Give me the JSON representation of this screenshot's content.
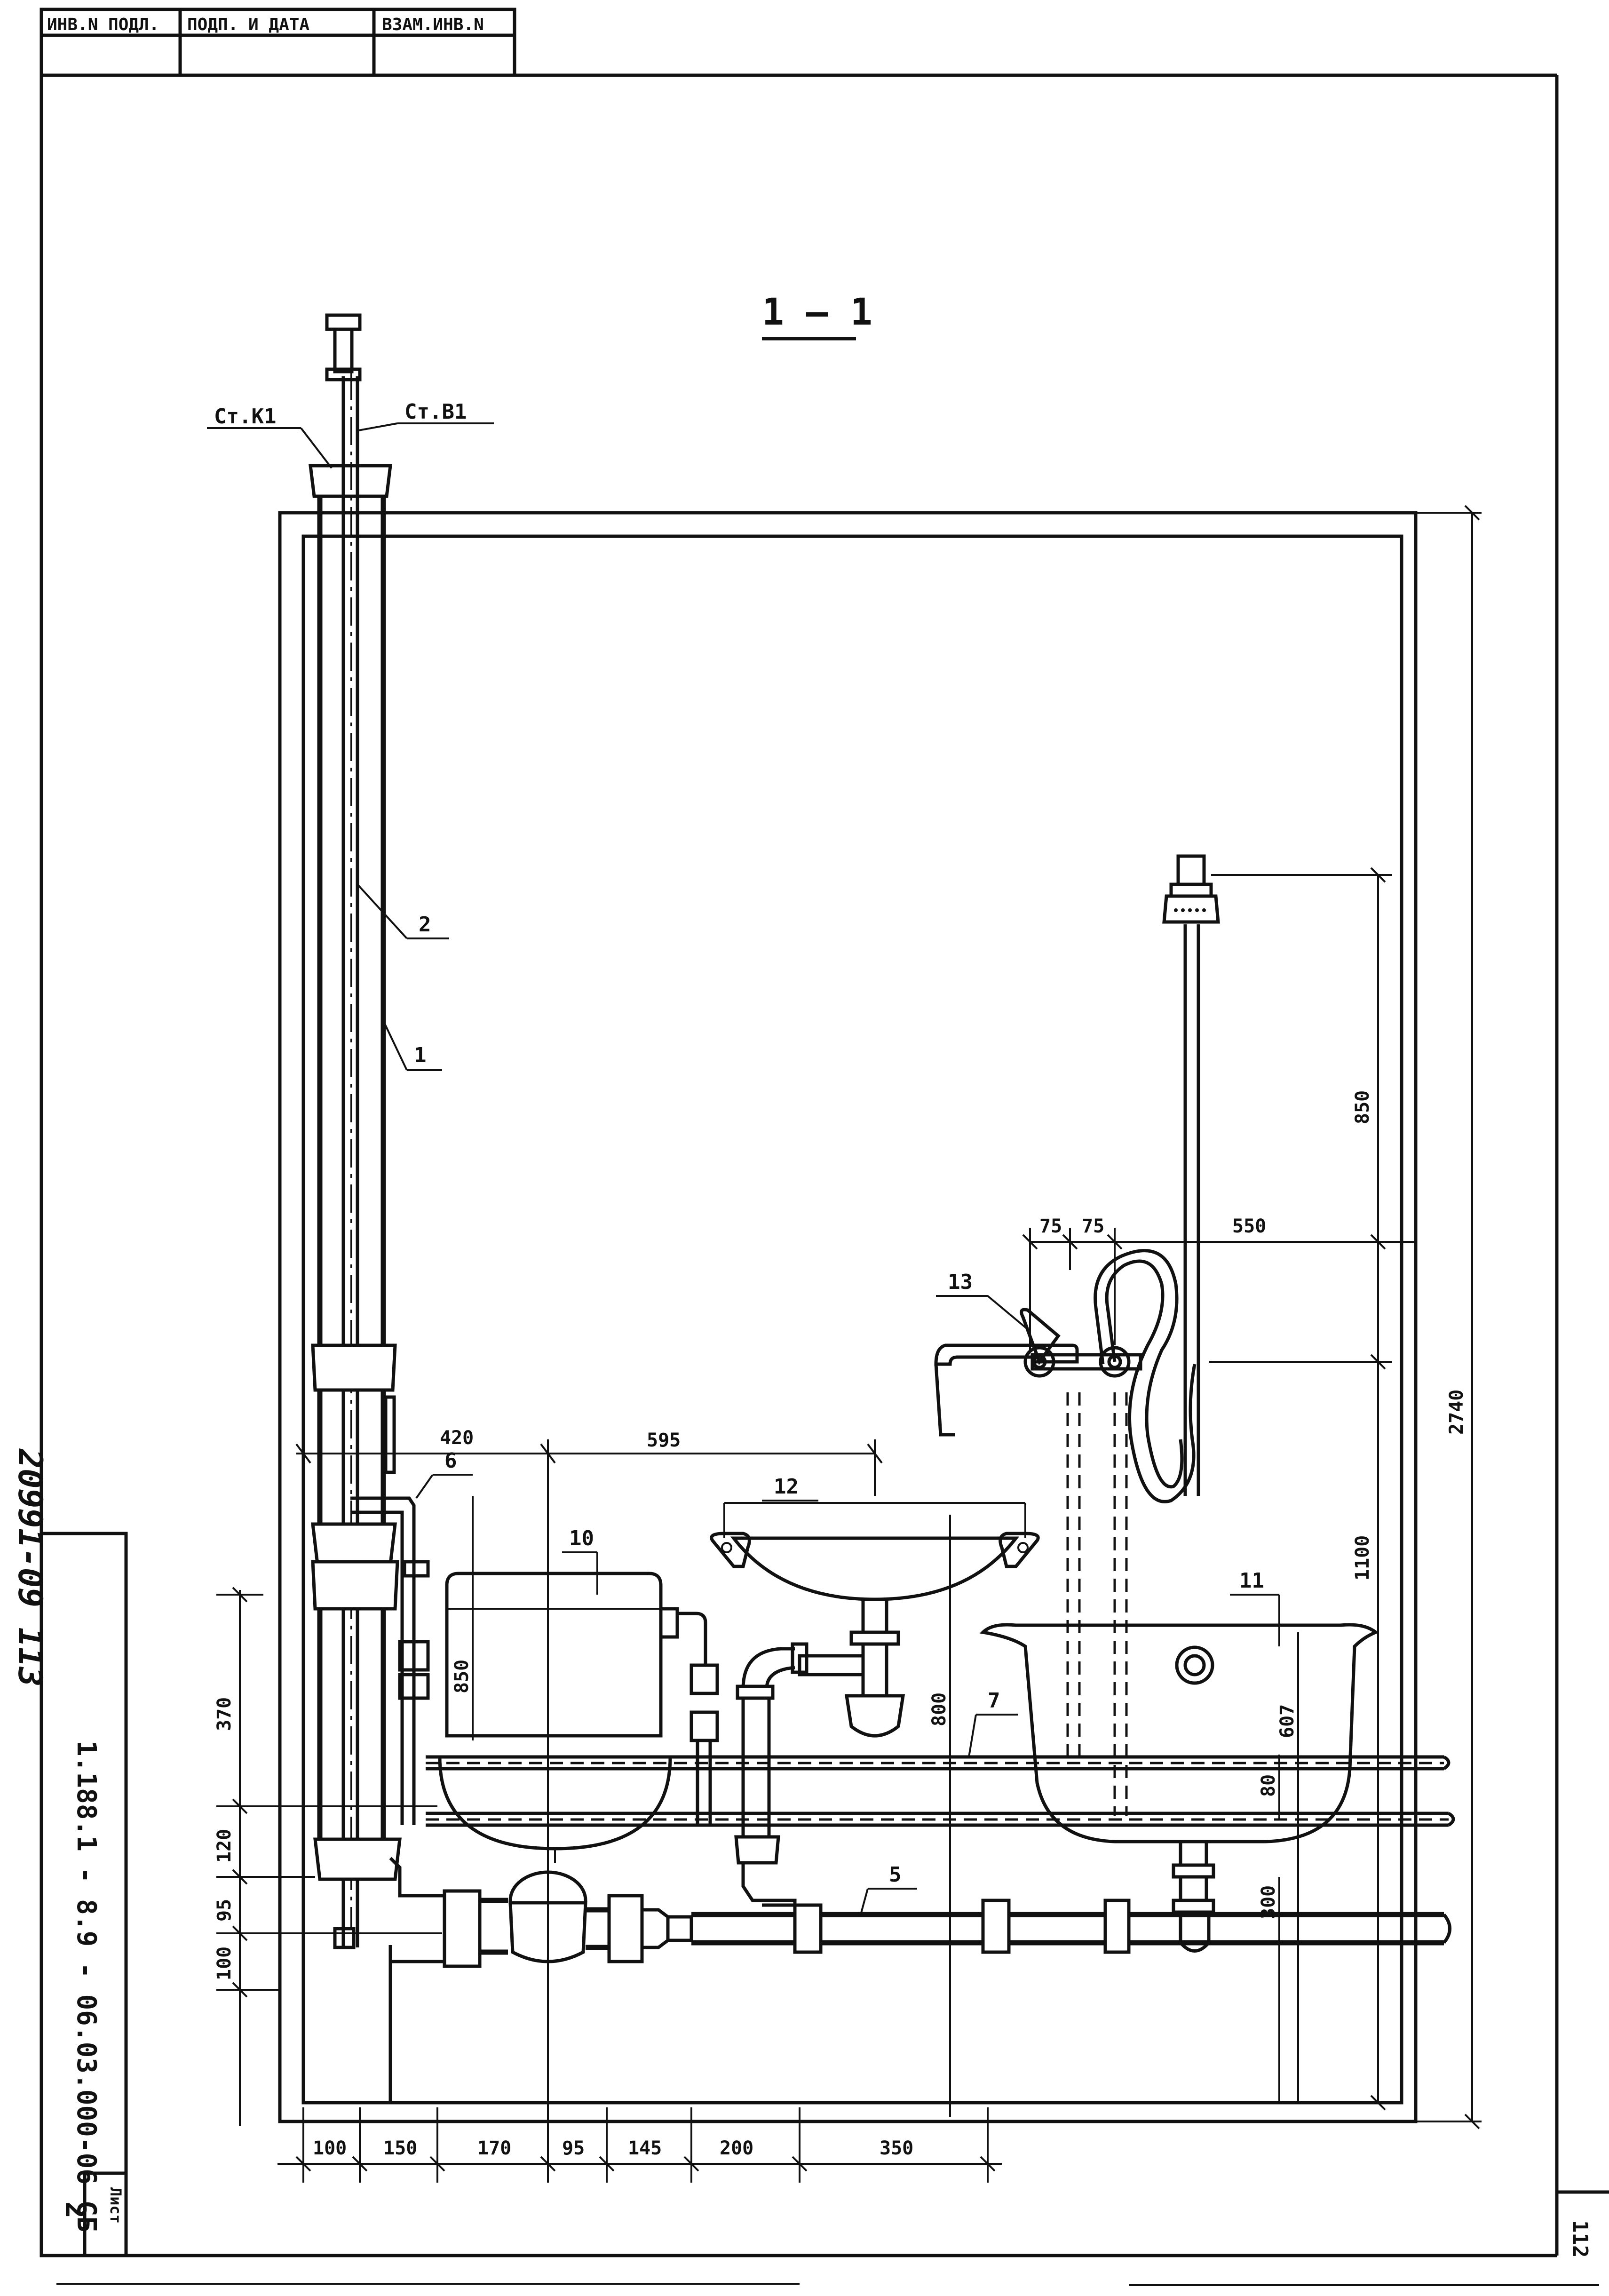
{
  "stamp": {
    "cells": [
      "ИНВ.N ПОДЛ.",
      "ПОДП. И ДАТА",
      "ВЗАМ.ИНВ.N"
    ]
  },
  "section": {
    "title": "1 — 1"
  },
  "risers": {
    "sewer": "Ст.К1",
    "water": "Ст.В1"
  },
  "callouts": {
    "c1": "1",
    "c2": "2",
    "c5": "5",
    "c6": "6",
    "c7": "7",
    "c10": "10",
    "c11": "11",
    "c12": "12",
    "c13": "13"
  },
  "dimensions": {
    "top_420": "420",
    "top_595": "595",
    "d_75a": "75",
    "d_75b": "75",
    "d_550": "550",
    "v_850_shower": "850",
    "v_1100": "1100",
    "v_2740": "2740",
    "v_850_tank": "850",
    "v_800": "800",
    "v_607": "607",
    "v_80": "80",
    "v_300": "300",
    "left_370": "370",
    "left_120": "120",
    "left_95": "95",
    "left_100": "100",
    "bottom": [
      "100",
      "150",
      "170",
      "95",
      "145",
      "200",
      "350"
    ]
  },
  "side": {
    "doc_code": "1.188.1 - 8.9 - 06.03.000-06 СБ",
    "sheet_label": "Лист",
    "sheet_no": "2",
    "archive_no": "20991-09 113"
  },
  "page_number": "112"
}
